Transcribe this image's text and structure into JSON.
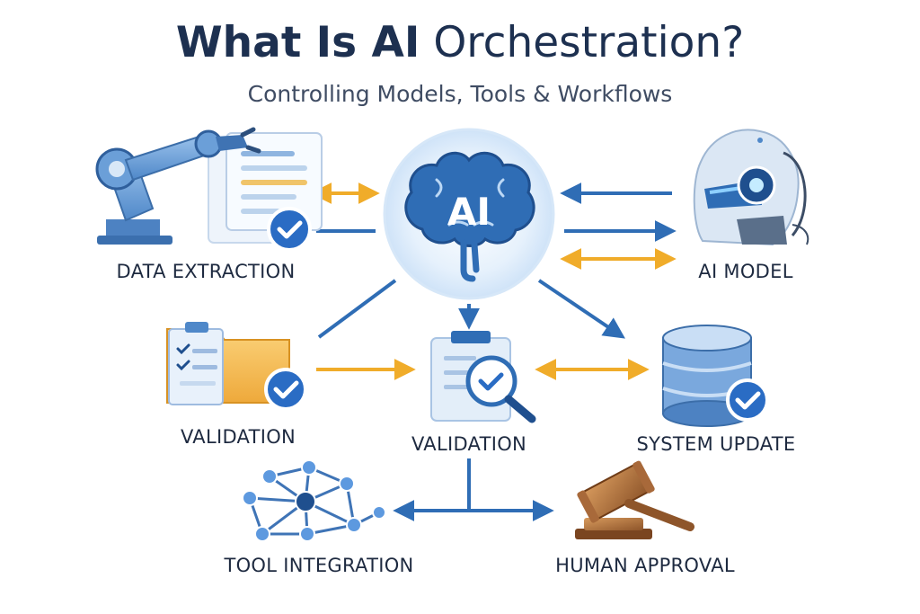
{
  "header": {
    "title_strong": "What Is AI",
    "title_rest": " Orchestration?",
    "subtitle": "Controlling Models, Tools & Workflows"
  },
  "hub": {
    "text": "AI"
  },
  "nodes": {
    "data_extraction": {
      "label": "DATA EXTRACTION",
      "icon": "robot-arm-document-icon"
    },
    "ai_model": {
      "label": "AI MODEL",
      "icon": "robot-head-icon"
    },
    "validation_left": {
      "label": "VALIDATION",
      "icon": "checklist-folder-icon"
    },
    "validation_center": {
      "label": "VALIDATION",
      "icon": "clipboard-magnifier-icon"
    },
    "system_update": {
      "label": "SYSTEM UPDATE",
      "icon": "database-icon"
    },
    "tool_integration": {
      "label": "TOOL INTEGRATION",
      "icon": "network-graph-icon"
    },
    "human_approval": {
      "label": "HUMAN APPROVAL",
      "icon": "gavel-icon"
    }
  },
  "colors": {
    "blue": "#2f6db5",
    "orange": "#f0ac2a",
    "navy": "#1d3050",
    "hub_glow": "#dcecfb",
    "check": "#2a6cc4"
  }
}
